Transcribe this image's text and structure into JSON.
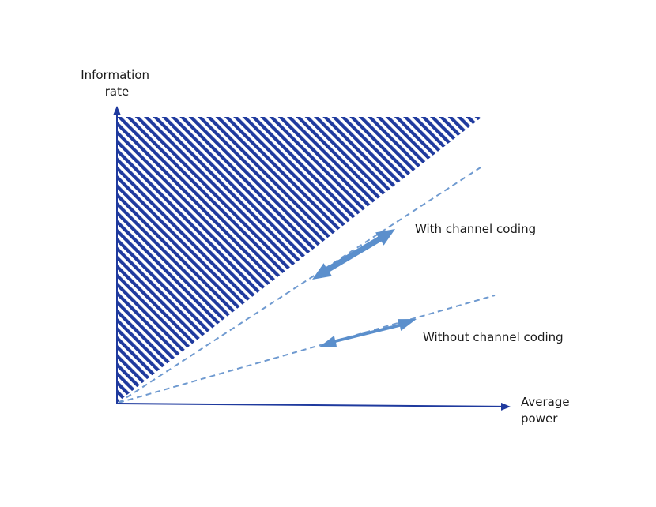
{
  "diagram": {
    "y_axis_label": [
      "Information",
      "rate"
    ],
    "x_axis_label": [
      "Average",
      "power"
    ],
    "curve_with_coding_label": "With channel coding",
    "curve_without_coding_label": "Without channel coding"
  },
  "colors": {
    "axis": "#1f3a9e",
    "hatch": "#1f3a9e",
    "dashed_line": "#6f9ad0",
    "arrow": "#5b8fcc",
    "text": "#1a1a1a"
  }
}
